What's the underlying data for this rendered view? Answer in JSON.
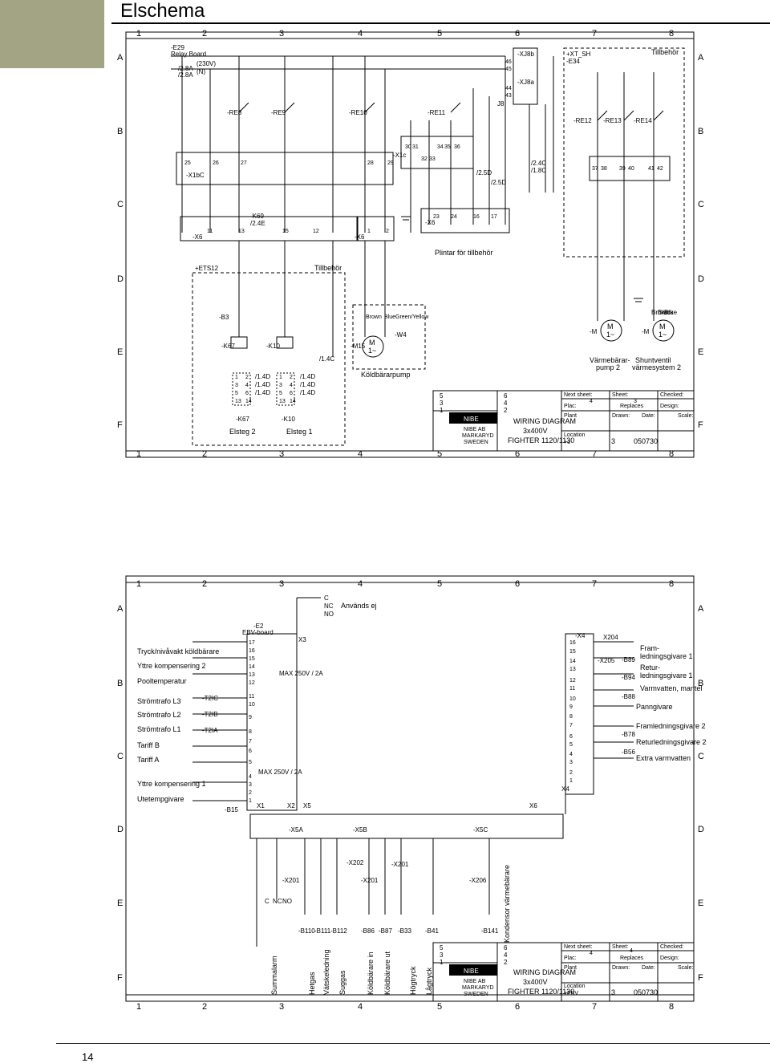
{
  "page": {
    "title": "Elschema",
    "number": "14"
  },
  "grid": {
    "cols": [
      "1",
      "2",
      "3",
      "4",
      "5",
      "6",
      "7",
      "8"
    ],
    "rows": [
      "A",
      "B",
      "C",
      "D",
      "E",
      "F"
    ]
  },
  "d1": {
    "relay_board": [
      "-E29",
      "Relay Board"
    ],
    "supply": [
      "(230V)",
      "(N)"
    ],
    "supply_refs": [
      "/2.8A",
      "/2.8A"
    ],
    "relays": [
      "-RE8",
      "-RE9",
      "-RE10",
      "-RE11"
    ],
    "acc_relays": [
      "-RE12",
      "-RE13",
      "-RE14"
    ],
    "terminals": [
      "-X1bC",
      "-X1c",
      "-X6",
      "-X6",
      "-X6"
    ],
    "xj": [
      "-XJ8b",
      "-XJ8a",
      "J8"
    ],
    "xt": [
      "+XT_SH",
      "-E34"
    ],
    "k69": [
      "-K69",
      "/2.4E"
    ],
    "refs": [
      "/2.5D",
      "/2.5D",
      "/2.4C",
      "/1.8C"
    ],
    "pins_top": [
      "25",
      "26",
      "27",
      "28",
      "29",
      "30",
      "31",
      "32",
      "33",
      "34",
      "35",
      "36",
      "37",
      "38",
      "39",
      "40",
      "41",
      "42",
      "46",
      "45",
      "44",
      "43"
    ],
    "pins_mid": [
      "11",
      "13",
      "15",
      "12",
      "1",
      "2",
      "23",
      "24",
      "16",
      "17"
    ],
    "accessories_top": "Tillbehör",
    "plintar": "Plintar för tillbehör",
    "ets": "+ETS12",
    "accessories_box": "Tillbehör",
    "b3": "-B3",
    "k67": "-K67",
    "k10": "-K10",
    "m15": "-M15",
    "w4": "-W4",
    "wire_colors": [
      "Brown",
      "Blue",
      "Green/Yellow"
    ],
    "ref_14d": "/1.4C",
    "contact_refs": [
      "/1.4D",
      "/1.4D",
      "/1.4D"
    ],
    "contact_nums": [
      "1",
      "2",
      "3",
      "4",
      "5",
      "6",
      "13",
      "14"
    ],
    "elsteg": [
      "-K67",
      "Elsteg 2",
      "-K10",
      "Elsteg 1"
    ],
    "pump": "Köldbärarpump",
    "motor": "M",
    "motor_phase": "1~",
    "motor_labels": [
      "-M",
      "-M"
    ],
    "motor_wires": [
      "Brown",
      "Black",
      "Blue"
    ],
    "vbp": [
      "Värmebärar-",
      "pump 2"
    ],
    "shunt": [
      "Shuntventil",
      "värmesystem 2"
    ]
  },
  "d2": {
    "not_used": [
      "C",
      "NC",
      "NO",
      "Används ej"
    ],
    "ebv": [
      "-E2",
      "EBV-board"
    ],
    "x3": "X3",
    "max": [
      "MAX 250V / 2A",
      "MAX 250V / 2A"
    ],
    "inputs": [
      "Tryck/nivåvakt köldbärare",
      "Yttre kompensering 2",
      "Pooltemperatur",
      "Strömtrafo L3",
      "Strömtrafo L2",
      "Strömtrafo L1",
      "Tariff B",
      "Tariff A",
      "Yttre kompensering 1",
      "Utetempgivare"
    ],
    "ct": [
      "-T2IC",
      "-T2IB",
      "-T2IA",
      "-B15"
    ],
    "left_pins": [
      "17",
      "16",
      "15",
      "14",
      "13",
      "12",
      "11",
      "10",
      "9",
      "8",
      "7",
      "6",
      "5",
      "4",
      "3",
      "2",
      "1"
    ],
    "right_pins": [
      "16",
      "15",
      "14",
      "13",
      "12",
      "11",
      "10",
      "9",
      "8",
      "7",
      "6",
      "5",
      "4",
      "3",
      "2",
      "1"
    ],
    "x4": [
      "-X4",
      "X4",
      "X204",
      "-X205"
    ],
    "sensors": [
      "-B89",
      "-B94",
      "-B88",
      "-B78",
      "-B56"
    ],
    "sensor_labels": [
      "Fram-",
      "ledningsgivare 1",
      "Retur-",
      "ledningsgivare 1",
      "Varmvatten, mantel",
      "Panngivare",
      "Framledningsgivare 2",
      "Returledningsgivare 2",
      "Extra varmvatten"
    ],
    "bottom_x": [
      "X1",
      "X2",
      "X5",
      "X6",
      "-X5A",
      "-X5B",
      "-X5C",
      "-X202",
      "-X201",
      "-X201",
      "-X201",
      "-X206"
    ],
    "bottom_relay": [
      "C",
      "NC",
      "NO"
    ],
    "bottom_sensors": [
      "-B110",
      "-B111",
      "-B112",
      "-B86",
      "-B87",
      "-B33",
      "-B41",
      "-B141"
    ],
    "bottom_labels": [
      "Summalarm",
      "Hetgas",
      "Vätskeledning",
      "Suggas",
      "Köldbärare in",
      "Köldbärare ut",
      "Högtryck",
      "Lågtryck",
      "Kondensor värmebärare"
    ]
  },
  "title_blocks": [
    {
      "revs": [
        "5",
        "6",
        "3",
        "4",
        "1",
        "2"
      ],
      "fields": [
        "Next sheet:",
        "4",
        "Sheet:",
        "3",
        "Checked:",
        "Plac:",
        "Replaces",
        "Design:",
        "Plant",
        "Drawn:",
        "Date:",
        "Scale:",
        "Location",
        "+1",
        "3",
        "050730"
      ],
      "logo": "NIBE",
      "company": [
        "NIBE AB",
        "MARKARYD",
        "SWEDEN"
      ],
      "diagram": [
        "WIRING DIAGRAM",
        "3x400V",
        "FIGHTER 1120/1130"
      ]
    },
    {
      "revs": [
        "5",
        "6",
        "3",
        "4",
        "1",
        "2"
      ],
      "fields": [
        "Next sheet:",
        "4",
        "Sheet:",
        "4",
        "Checked:",
        "Plac:",
        "Replaces",
        "Design:",
        "Plant",
        "Drawn:",
        "Date:",
        "Scale:",
        "Location",
        "+EBV",
        "3",
        "050730"
      ],
      "logo": "NIBE",
      "company": [
        "NIBE AB",
        "MARKARYD",
        "SWEDEN"
      ],
      "diagram": [
        "WIRING DIAGRAM",
        "3x400V",
        "FIGHTER 1120/1130"
      ]
    }
  ]
}
